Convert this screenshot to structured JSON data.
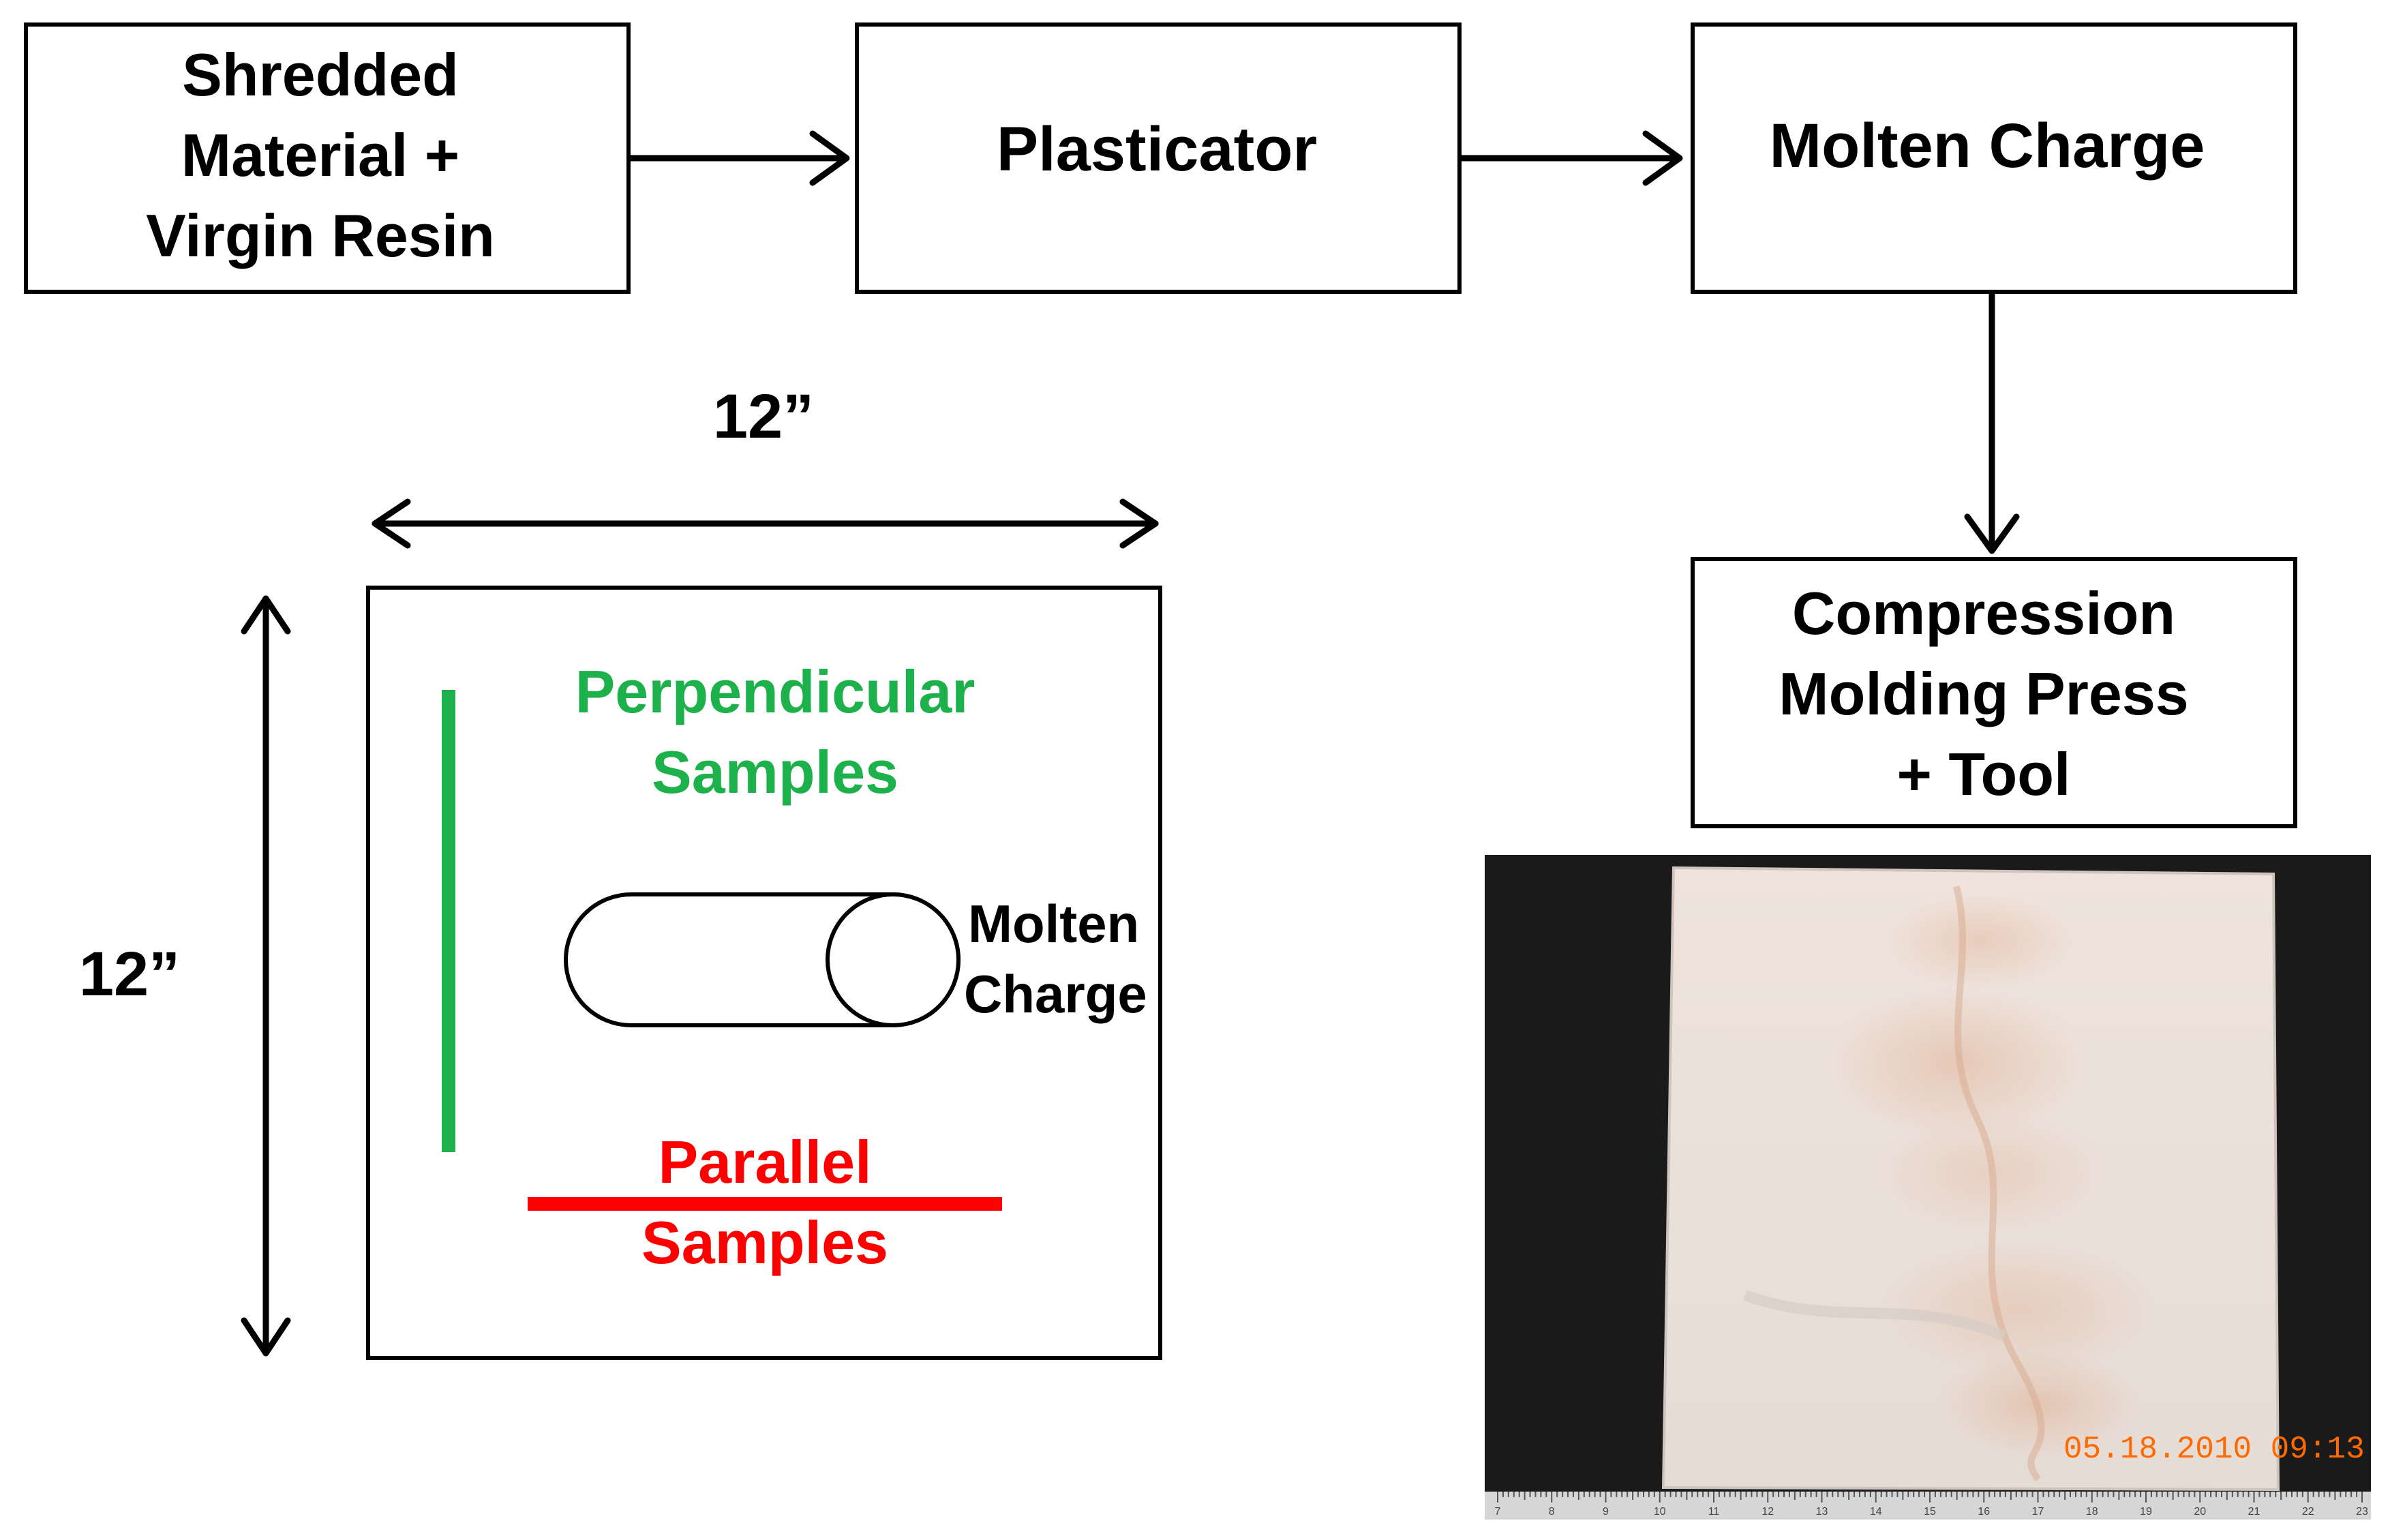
{
  "flow": {
    "box1": {
      "lines": [
        "Shredded",
        "Material +",
        "Virgin Resin"
      ]
    },
    "box2": {
      "label": "Plasticator"
    },
    "box3": {
      "label": "Molten Charge"
    },
    "box4": {
      "lines": [
        "Compression",
        "Molding Press",
        "+ Tool"
      ]
    }
  },
  "plate": {
    "width_label": "12”",
    "height_label": "12”",
    "perpendicular": {
      "lines": [
        "Perpendicular",
        "Samples"
      ],
      "color": "#1db14b"
    },
    "parallel": {
      "lines": [
        "Parallel",
        "Samples"
      ],
      "color": "#ff0000"
    },
    "charge": {
      "lines": [
        "Molten",
        "Charge"
      ]
    }
  },
  "photo": {
    "timestamp": "05.18.2010 09:13",
    "timestamp_color": "#ff6a00",
    "ruler_numbers": [
      "7",
      "8",
      "9",
      "10",
      "11",
      "12",
      "13",
      "14",
      "15",
      "16",
      "17",
      "18",
      "19",
      "20",
      "21",
      "22",
      "23"
    ]
  }
}
